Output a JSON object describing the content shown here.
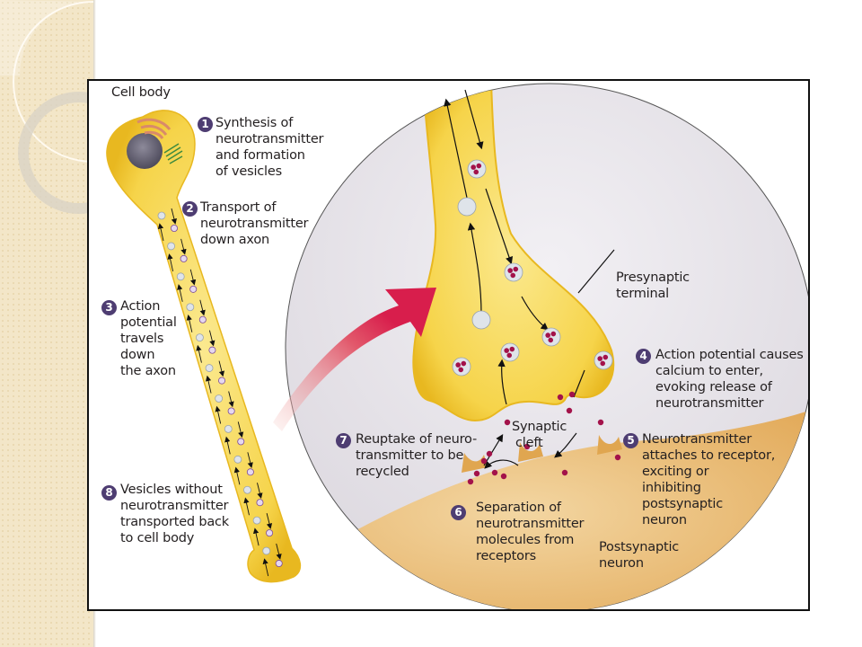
{
  "slide": {
    "background_accent": "#f3e6c8",
    "frame_border": "#111111"
  },
  "diagram": {
    "title_label": "Cell body",
    "steps": [
      {
        "number": "1",
        "lines": [
          "Synthesis of",
          "neurotransmitter",
          "and formation",
          "of vesicles"
        ]
      },
      {
        "number": "2",
        "lines": [
          "Transport of",
          "neurotransmitter",
          "down axon"
        ]
      },
      {
        "number": "3",
        "lines": [
          "Action",
          "potential",
          "travels",
          "down",
          "the axon"
        ]
      },
      {
        "number": "4",
        "lines": [
          "Action potential causes",
          "calcium to enter,",
          "evoking release of",
          "neurotransmitter"
        ]
      },
      {
        "number": "5",
        "lines": [
          "Neurotransmitter",
          "attaches to receptor,",
          "exciting or",
          "inhibiting",
          "postsynaptic",
          "neuron"
        ]
      },
      {
        "number": "6",
        "lines": [
          "Separation of",
          "neurotransmitter",
          "molecules from",
          "receptors"
        ]
      },
      {
        "number": "7",
        "lines": [
          "Reuptake of neuro-",
          "transmitter to be",
          "recycled"
        ]
      },
      {
        "number": "8",
        "lines": [
          "Vesicles without",
          "neurotransmitter",
          "transported back",
          "to cell body"
        ]
      }
    ],
    "presynaptic_label": [
      "Presynaptic",
      "terminal"
    ],
    "synaptic_cleft_label": [
      "Synaptic",
      "cleft"
    ],
    "postsynaptic_label": [
      "Postsynaptic",
      "neuron"
    ],
    "colors": {
      "neuron_yellow": "#f6d44a",
      "neuron_edge": "#e8b820",
      "postsynaptic": "#e8b46a",
      "zoom_circle": "#e6e3e8",
      "arrow_red": "#d81e4c",
      "vesicle": "#dfe4ea",
      "molecule": "#a3124a",
      "badge": "#4e3d72"
    }
  }
}
